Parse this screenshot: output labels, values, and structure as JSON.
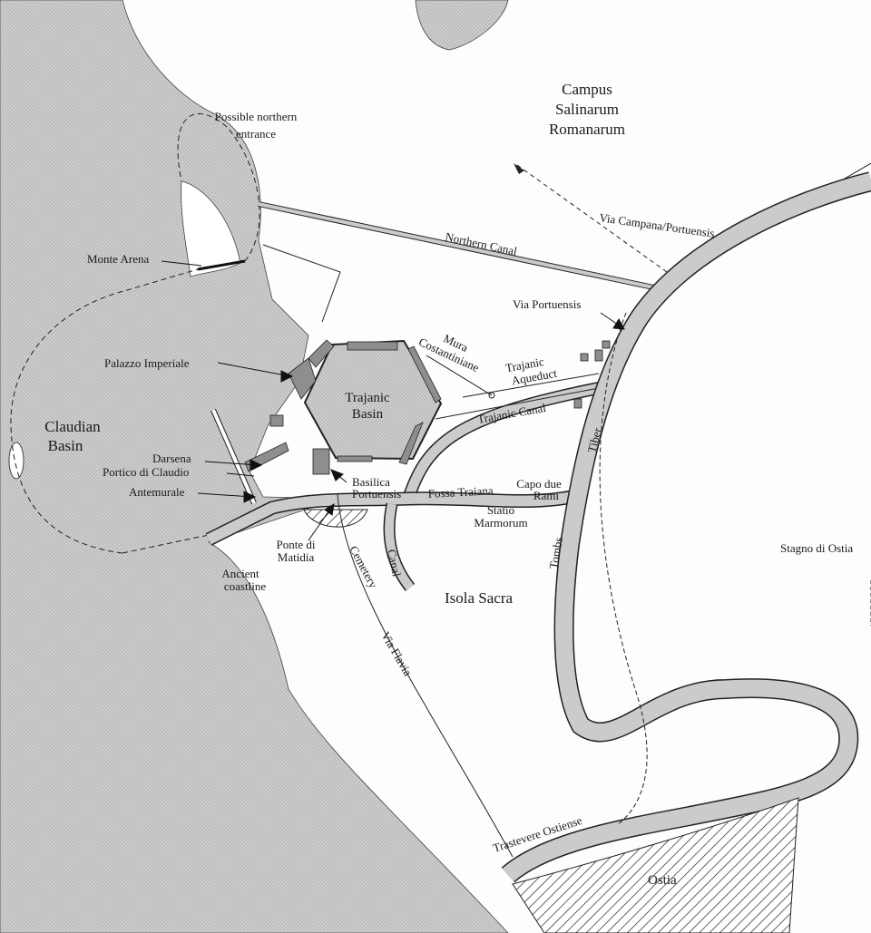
{
  "labels": {
    "campus": [
      "Campus",
      "Salinarum",
      "Romanarum"
    ],
    "northern_entrance": [
      "Possible northern",
      "entrance"
    ],
    "via_campana": "Via Campana/Portuensis",
    "northern_canal": "Northern Canal",
    "monte_arena": "Monte Arena",
    "via_portuensis": "Via Portuensis",
    "mura": [
      "Mura",
      "Costantiniane"
    ],
    "palazzo": "Palazzo Imperiale",
    "trajanic_aqueduct": [
      "Trajanic",
      "Aqueduct"
    ],
    "trajanic_basin": [
      "Trajanic",
      "Basin"
    ],
    "trajanic_canal": "Trajanic Canal",
    "claudian_basin": [
      "Claudian",
      "Basin"
    ],
    "darsena": "Darsena",
    "portico": "Portico di Claudio",
    "basilica": [
      "Basilica",
      "Portuensis"
    ],
    "antemurale": "Antemurale",
    "fossa": "Fossa Traiana",
    "capo": [
      "Capo due",
      "Rami"
    ],
    "statio": [
      "Statio",
      "Marmorum"
    ],
    "tiber": "Tiber",
    "ponte": [
      "Ponte di",
      "Matidia"
    ],
    "stagno": "Stagno di Ostia",
    "ancient_coastline": [
      "Ancient",
      "coastline"
    ],
    "cemetery": "Cemetery",
    "canal": "Canal",
    "isola_sacra": "Isola Sacra",
    "tombs": "Tombs",
    "via_flavia": "Via Flavia",
    "trastevere": "Trastevere Ostiense",
    "ostia": "Ostia"
  },
  "colors": {
    "water": "#c9c9c9",
    "structure": "#8e8e8e",
    "ink": "#1a1a1a"
  }
}
